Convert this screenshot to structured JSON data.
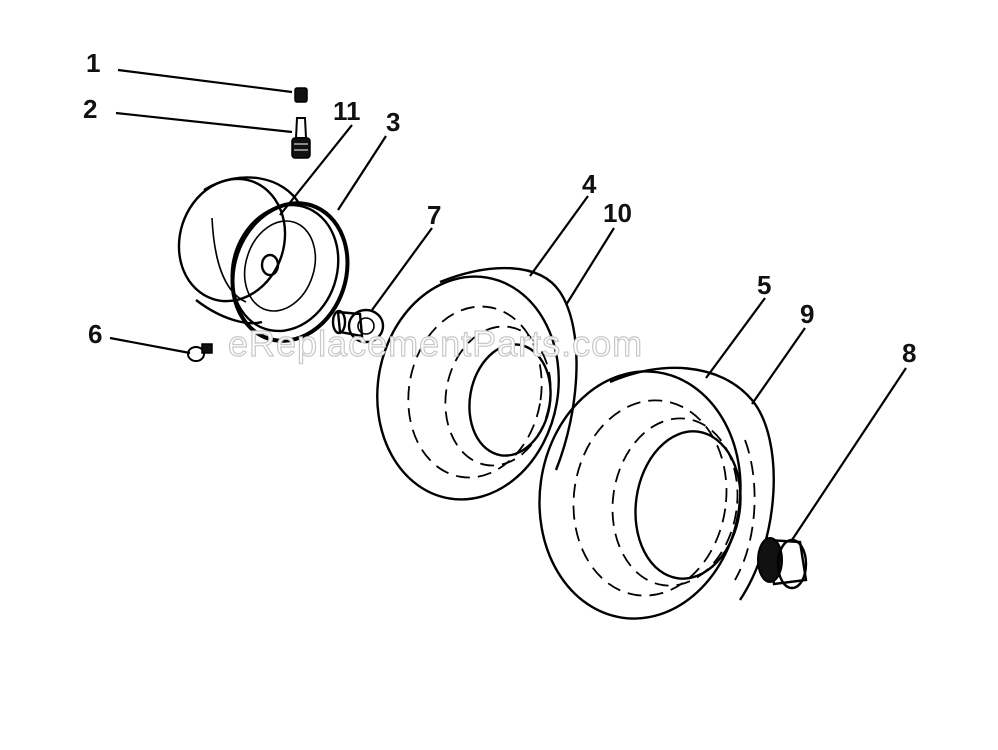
{
  "callouts": [
    {
      "id": "1",
      "label": "1",
      "part": "valve-cap"
    },
    {
      "id": "2",
      "label": "2",
      "part": "valve-stem"
    },
    {
      "id": "3",
      "label": "3",
      "part": "rim-ring"
    },
    {
      "id": "4",
      "label": "4",
      "part": "front-tire"
    },
    {
      "id": "5",
      "label": "5",
      "part": "rear-tire"
    },
    {
      "id": "6",
      "label": "6",
      "part": "grease-fitting"
    },
    {
      "id": "7",
      "label": "7",
      "part": "flange-bushing"
    },
    {
      "id": "8",
      "label": "8",
      "part": "bushing"
    },
    {
      "id": "9",
      "label": "9",
      "part": "rear-inner-tube"
    },
    {
      "id": "10",
      "label": "10",
      "part": "front-inner-tube"
    },
    {
      "id": "11",
      "label": "11",
      "part": "wheel-rim"
    }
  ],
  "watermark": "eReplacementParts.com",
  "colors": {
    "line": "#000000",
    "background": "#ffffff",
    "watermark": "#c8c8c8"
  }
}
